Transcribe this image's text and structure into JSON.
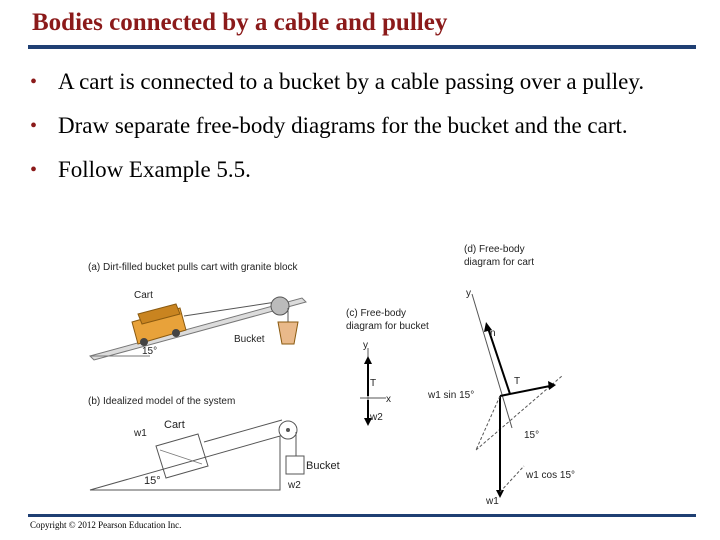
{
  "slide": {
    "title": "Bodies connected by a cable and pulley",
    "bullets": [
      "A cart is connected to a bucket by a cable passing over a pulley.",
      "Draw separate free-body diagrams for the bucket and the cart.",
      "Follow Example 5.5."
    ],
    "copyright": "Copyright © 2012 Pearson Education Inc."
  },
  "figure": {
    "panel_a": {
      "caption": "(a) Dirt-filled bucket pulls cart with granite block",
      "cart_label": "Cart",
      "bucket_label": "Bucket",
      "angle_label": "15°"
    },
    "panel_b": {
      "caption": "(b) Idealized model of the system",
      "cart_label": "Cart",
      "bucket_label": "Bucket",
      "w1": "w1",
      "w2": "w2",
      "angle_label": "15°"
    },
    "panel_c": {
      "caption_line1": "(c) Free-body",
      "caption_line2": "diagram for bucket",
      "y": "y",
      "x": "x",
      "T": "T",
      "w2": "w2"
    },
    "panel_d": {
      "caption_line1": "(d) Free-body",
      "caption_line2": "diagram for cart",
      "y": "y",
      "n": "n",
      "T": "T",
      "w1_sin": "w1 sin 15°",
      "w1_cos": "w1 cos 15°",
      "angle_label": "15°",
      "w1": "w1"
    }
  },
  "colors": {
    "title": "#8b1a1a",
    "rule": "#1f3f73",
    "cart": "#e8a23a"
  }
}
